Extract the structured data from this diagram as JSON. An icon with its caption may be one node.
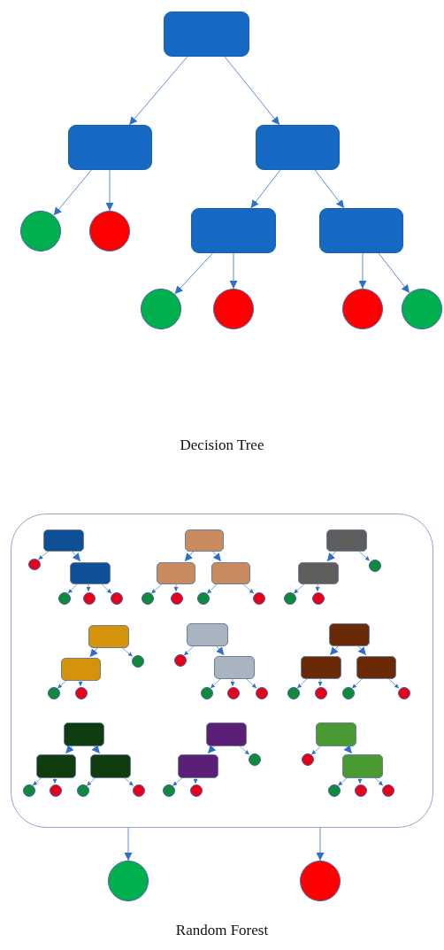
{
  "diagram": {
    "nodes": [
      {
        "text": [],
        "shape": "box"
      },
      {
        "text": [],
        "shape": "box"
      },
      {
        "text": [],
        "shape": "box"
      },
      {
        "text": [],
        "shape": "circle"
      },
      {
        "text": [],
        "shape": "circle"
      },
      {
        "text": [],
        "shape": "box"
      },
      {
        "text": [],
        "shape": "box"
      },
      {
        "text": [],
        "shape": "circle"
      },
      {
        "text": [],
        "shape": "circle"
      },
      {
        "text": [],
        "shape": "circle"
      },
      {
        "text": [],
        "shape": "circle"
      },
      {
        "text": [],
        "shape": "box"
      },
      {
        "text": [],
        "shape": "box",
        "in": 11
      },
      {
        "text": [],
        "shape": "circle",
        "in": 11
      },
      {
        "text": [],
        "shape": "box",
        "in": 11
      },
      {
        "text": [],
        "shape": "circle",
        "in": 11
      },
      {
        "text": [],
        "shape": "circle",
        "in": 11
      },
      {
        "text": [],
        "shape": "circle",
        "in": 11
      },
      {
        "text": [],
        "shape": "box",
        "in": 11
      },
      {
        "text": [],
        "shape": "box",
        "in": 11
      },
      {
        "text": [],
        "shape": "box",
        "in": 11
      },
      {
        "text": [],
        "shape": "circle",
        "in": 11
      },
      {
        "text": [],
        "shape": "circle",
        "in": 11
      },
      {
        "text": [],
        "shape": "circle",
        "in": 11
      },
      {
        "text": [],
        "shape": "circle",
        "in": 11
      },
      {
        "text": [],
        "shape": "box",
        "in": 11
      },
      {
        "text": [],
        "shape": "box",
        "in": 11
      },
      {
        "text": [],
        "shape": "circle",
        "in": 11
      },
      {
        "text": [],
        "shape": "circle",
        "in": 11
      },
      {
        "text": [],
        "shape": "circle",
        "in": 11
      },
      {
        "text": [],
        "shape": "box",
        "in": 11
      },
      {
        "text": [],
        "shape": "box",
        "in": 11
      },
      {
        "text": [],
        "shape": "circle",
        "in": 11
      },
      {
        "text": [],
        "shape": "circle",
        "in": 11
      },
      {
        "text": [],
        "shape": "circle",
        "in": 11
      },
      {
        "text": [],
        "shape": "box",
        "in": 11
      },
      {
        "text": [],
        "shape": "circle",
        "in": 11
      },
      {
        "text": [],
        "shape": "box",
        "in": 11
      },
      {
        "text": [],
        "shape": "circle",
        "in": 11
      },
      {
        "text": [],
        "shape": "circle",
        "in": 11
      },
      {
        "text": [],
        "shape": "circle",
        "in": 11
      },
      {
        "text": [],
        "shape": "box",
        "in": 11
      },
      {
        "text": [],
        "shape": "box",
        "in": 11
      },
      {
        "text": [],
        "shape": "box",
        "in": 11
      },
      {
        "text": [],
        "shape": "circle",
        "in": 11
      },
      {
        "text": [],
        "shape": "circle",
        "in": 11
      },
      {
        "text": [],
        "shape": "circle",
        "in": 11
      },
      {
        "text": [],
        "shape": "circle",
        "in": 11
      },
      {
        "text": [],
        "shape": "box",
        "in": 11
      },
      {
        "text": [],
        "shape": "box",
        "in": 11
      },
      {
        "text": [],
        "shape": "box",
        "in": 11
      },
      {
        "text": [],
        "shape": "circle",
        "in": 11
      },
      {
        "text": [],
        "shape": "circle",
        "in": 11
      },
      {
        "text": [],
        "shape": "circle",
        "in": 11
      },
      {
        "text": [],
        "shape": "circle",
        "in": 11
      },
      {
        "text": [],
        "shape": "box",
        "in": 11
      },
      {
        "text": [],
        "shape": "box",
        "in": 11
      },
      {
        "text": [],
        "shape": "circle",
        "in": 11
      },
      {
        "text": [],
        "shape": "circle",
        "in": 11
      },
      {
        "text": [],
        "shape": "circle",
        "in": 11
      },
      {
        "text": [],
        "shape": "box",
        "in": 11
      },
      {
        "text": [],
        "shape": "circle",
        "in": 11
      },
      {
        "text": [],
        "shape": "box",
        "in": 11
      },
      {
        "text": [],
        "shape": "circle",
        "in": 11
      },
      {
        "text": [],
        "shape": "circle",
        "in": 11
      },
      {
        "text": [],
        "shape": "circle",
        "in": 11
      },
      {
        "text": [],
        "shape": "circle"
      },
      {
        "text": [],
        "shape": "circle"
      }
    ],
    "edges": [
      {
        "from": 0,
        "to": 1,
        "arrow": "to"
      },
      {
        "from": 0,
        "to": 2,
        "arrow": "to"
      },
      {
        "from": 1,
        "to": 3,
        "arrow": "to"
      },
      {
        "from": 1,
        "to": 4,
        "arrow": "to"
      },
      {
        "from": 2,
        "to": 5,
        "arrow": "to"
      },
      {
        "from": 2,
        "to": 6,
        "arrow": "to"
      },
      {
        "from": 5,
        "to": 7,
        "arrow": "to"
      },
      {
        "from": 5,
        "to": 8,
        "arrow": "to"
      },
      {
        "from": 6,
        "to": 9,
        "arrow": "to"
      },
      {
        "from": 6,
        "to": 10,
        "arrow": "to"
      },
      {
        "from": 12,
        "to": 13,
        "arrow": "to"
      },
      {
        "from": 12,
        "to": 14,
        "arrow": "to"
      },
      {
        "from": 14,
        "to": 15,
        "arrow": "to"
      },
      {
        "from": 14,
        "to": 16,
        "arrow": "to"
      },
      {
        "from": 14,
        "to": 17,
        "arrow": "to"
      },
      {
        "from": 18,
        "to": 19,
        "arrow": "to"
      },
      {
        "from": 18,
        "to": 20,
        "arrow": "to"
      },
      {
        "from": 19,
        "to": 21,
        "arrow": "to"
      },
      {
        "from": 19,
        "to": 22,
        "arrow": "to"
      },
      {
        "from": 20,
        "to": 23,
        "arrow": "to"
      },
      {
        "from": 20,
        "to": 24,
        "arrow": "to"
      },
      {
        "from": 25,
        "to": 26,
        "arrow": "to"
      },
      {
        "from": 25,
        "to": 27,
        "arrow": "to"
      },
      {
        "from": 26,
        "to": 28,
        "arrow": "to"
      },
      {
        "from": 26,
        "to": 29,
        "arrow": "to"
      },
      {
        "from": 30,
        "to": 31,
        "arrow": "to"
      },
      {
        "from": 30,
        "to": 32,
        "arrow": "to"
      },
      {
        "from": 31,
        "to": 33,
        "arrow": "to"
      },
      {
        "from": 31,
        "to": 34,
        "arrow": "to"
      },
      {
        "from": 35,
        "to": 36,
        "arrow": "to"
      },
      {
        "from": 35,
        "to": 37,
        "arrow": "to"
      },
      {
        "from": 37,
        "to": 38,
        "arrow": "to"
      },
      {
        "from": 37,
        "to": 39,
        "arrow": "to"
      },
      {
        "from": 37,
        "to": 40,
        "arrow": "to"
      },
      {
        "from": 41,
        "to": 42,
        "arrow": "to"
      },
      {
        "from": 41,
        "to": 43,
        "arrow": "to"
      },
      {
        "from": 42,
        "to": 44,
        "arrow": "to"
      },
      {
        "from": 42,
        "to": 45,
        "arrow": "to"
      },
      {
        "from": 43,
        "to": 46,
        "arrow": "to"
      },
      {
        "from": 43,
        "to": 47,
        "arrow": "to"
      },
      {
        "from": 48,
        "to": 49,
        "arrow": "to"
      },
      {
        "from": 48,
        "to": 50,
        "arrow": "to"
      },
      {
        "from": 49,
        "to": 51,
        "arrow": "to"
      },
      {
        "from": 49,
        "to": 52,
        "arrow": "to"
      },
      {
        "from": 50,
        "to": 53,
        "arrow": "to"
      },
      {
        "from": 50,
        "to": 54,
        "arrow": "to"
      },
      {
        "from": 55,
        "to": 56,
        "arrow": "to"
      },
      {
        "from": 55,
        "to": 57,
        "arrow": "to"
      },
      {
        "from": 56,
        "to": 58,
        "arrow": "to"
      },
      {
        "from": 56,
        "to": 59,
        "arrow": "to"
      },
      {
        "from": 60,
        "to": 61,
        "arrow": "to"
      },
      {
        "from": 60,
        "to": 62,
        "arrow": "to"
      },
      {
        "from": 62,
        "to": 63,
        "arrow": "to"
      },
      {
        "from": 62,
        "to": 64,
        "arrow": "to"
      },
      {
        "from": 62,
        "to": 65,
        "arrow": "to"
      },
      {
        "from": 11,
        "to": 66,
        "arrow": "to"
      },
      {
        "from": 11,
        "to": 67,
        "arrow": "to"
      }
    ],
    "labels": [
      "Decision Tree",
      "Random Forest"
    ]
  }
}
